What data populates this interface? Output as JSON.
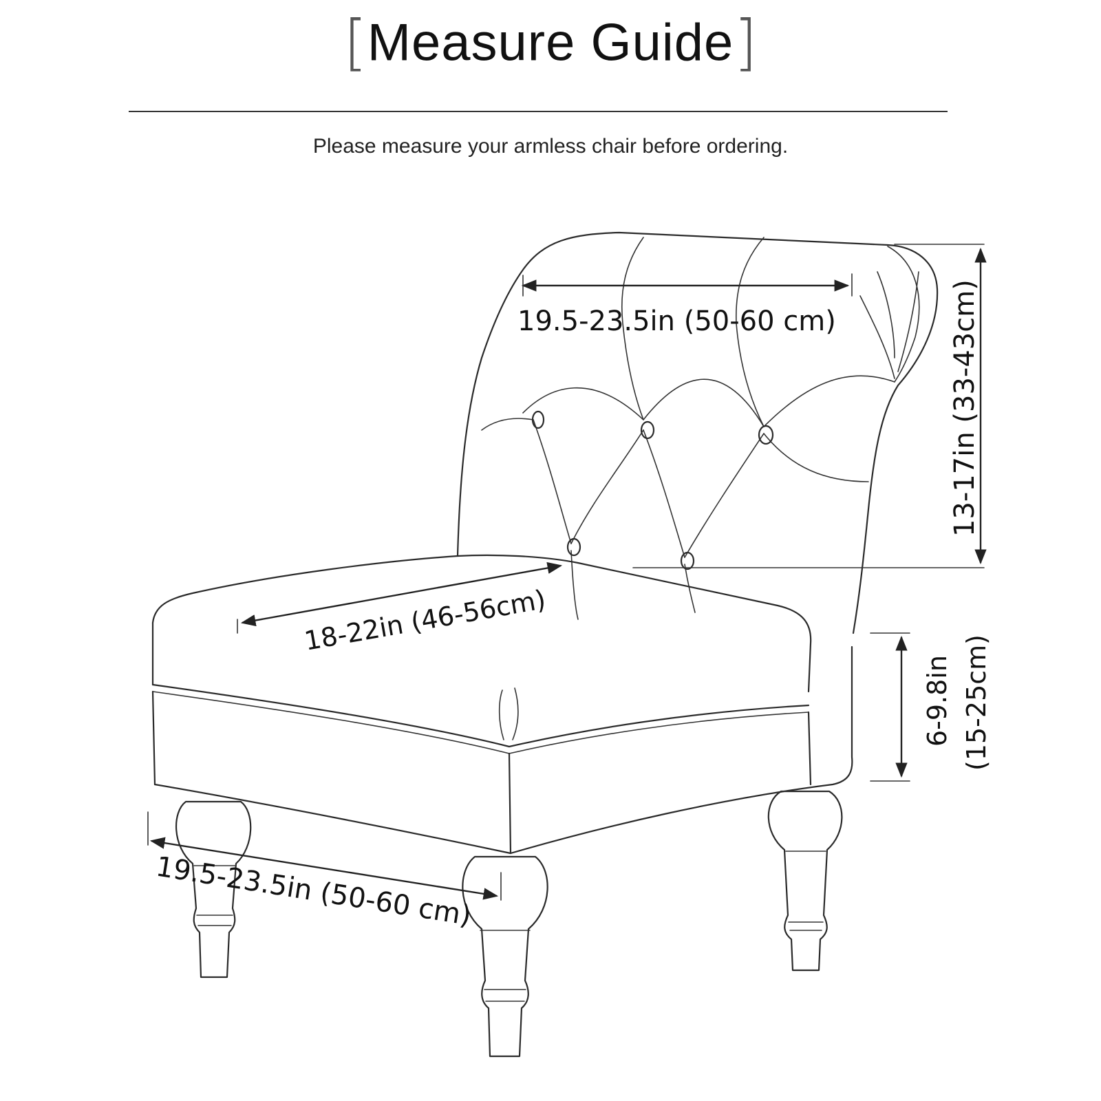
{
  "header": {
    "title": "Measure Guide",
    "subtitle": "Please measure your armless chair before ordering."
  },
  "dimensions": {
    "backrest_width": "19.5-23.5in (50-60 cm)",
    "backrest_height": "13-17in (33-43cm)",
    "seat_depth": "18-22in (46-56cm)",
    "seat_height": "6-9.8in",
    "seat_height_cm": "(15-25cm)",
    "seat_width": "19.5-23.5in (50-60 cm)"
  },
  "colors": {
    "line": "#2a2a2a",
    "text": "#111111",
    "background": "#ffffff"
  }
}
